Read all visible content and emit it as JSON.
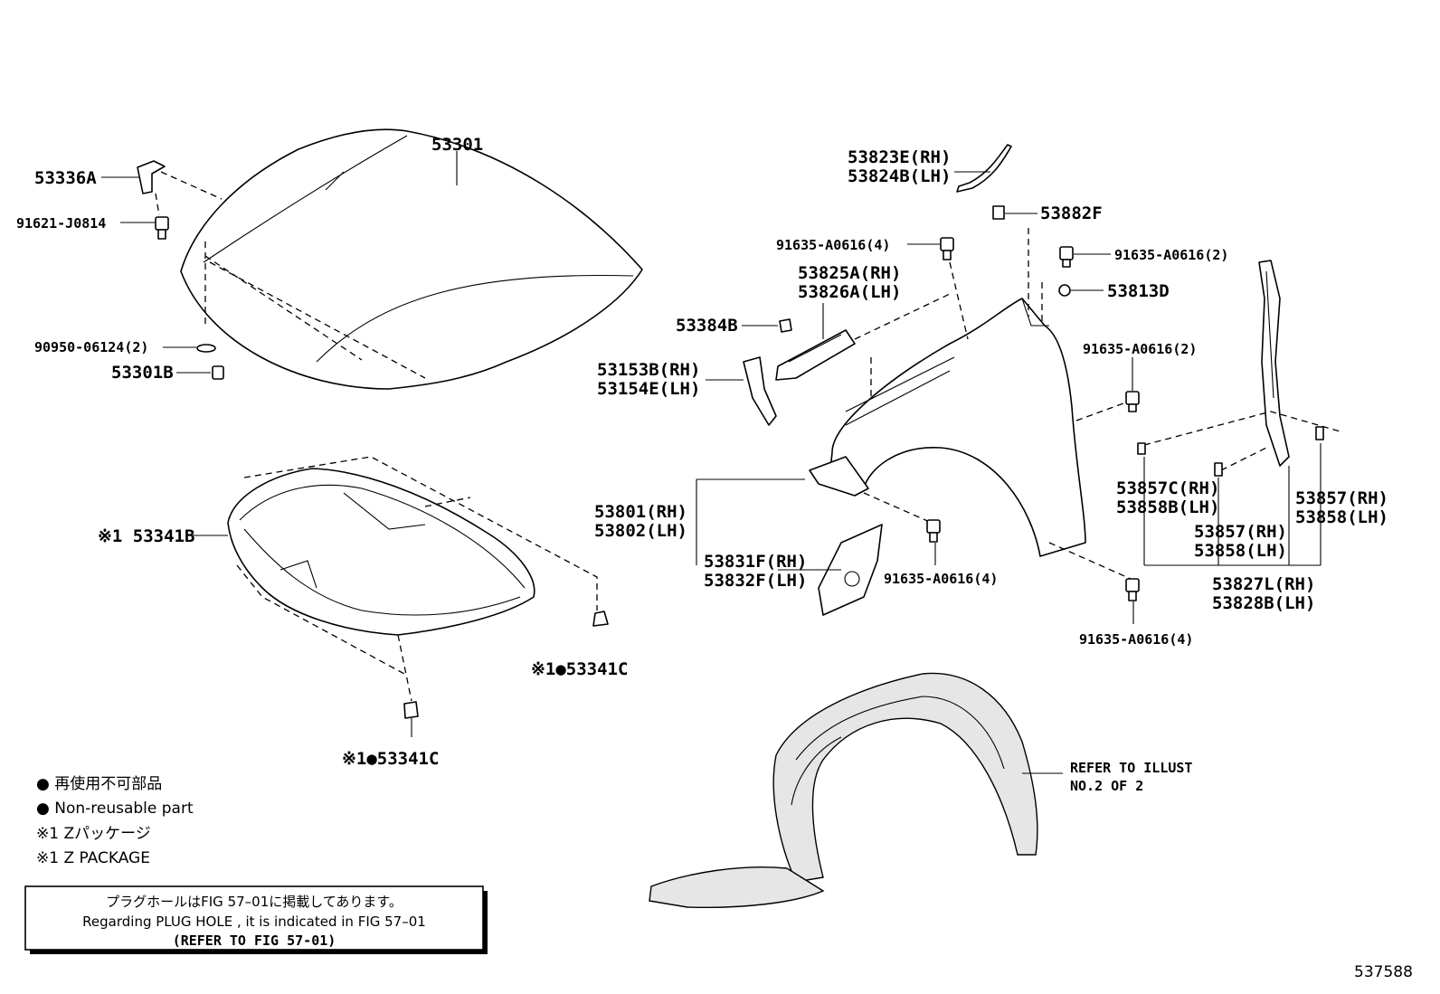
{
  "labels": {
    "hood": "53301",
    "hood_bracket": "53336A",
    "hood_bolt": "91621-J0814",
    "cushion": "90950-06124(2)",
    "hood_stop": "53301B",
    "insulator": "※1 53341B",
    "insulator_clip_a": "※1●53341C",
    "insulator_clip_b": "※1●53341C",
    "seal_rh": "53823E(RH)",
    "seal_lh": "53824B(LH)",
    "seal_clip": "53882F",
    "fender_bolt_top": "91635-A0616(2)",
    "grommet": "53813D",
    "bracket_bolt": "91635-A0616(4)",
    "fender_bracket_rh": "53825A(RH)",
    "fender_bracket_lh": "53826A(LH)",
    "clip_53384B": "53384B",
    "seal_53153B": "53153B(RH)",
    "seal_53154E": "53154E(LH)",
    "fender_bolt_mid": "91635-A0616(2)",
    "fender_rh": "53801(RH)",
    "fender_lh": "53802(LH)",
    "stay_rh": "53831F(RH)",
    "stay_lh": "53832F(LH)",
    "fender_bolt_lower": "91635-A0616(4)",
    "fender_bolt_rear": "91635-A0616(4)",
    "pad_c_rh": "53857C(RH)",
    "pad_b_lh": "53858B(LH)",
    "pad_rh_a": "53857(RH)",
    "pad_lh_a": "53858(LH)",
    "pad_rh_b": "53857(RH)",
    "pad_lh_b": "53858(LH)",
    "seal_rear_rh": "53827L(RH)",
    "seal_rear_lh": "53828B(LH)",
    "refer_line1": "REFER TO ILLUST",
    "refer_line2": "NO.2 OF 2"
  },
  "legend": {
    "jp_nonreusable": "● 再使用不可部品",
    "en_nonreusable": "● Non-reusable part",
    "jp_package": "※1 Zパッケージ",
    "en_package": "※1 Z PACKAGE"
  },
  "note": {
    "jp": "プラグホールはFIG 57–01に掲載してあります。",
    "en": "Regarding PLUG HOLE , it is indicated in FIG 57–01",
    "ref": "(REFER TO FIG 57-01)"
  },
  "figure_id": "537588"
}
